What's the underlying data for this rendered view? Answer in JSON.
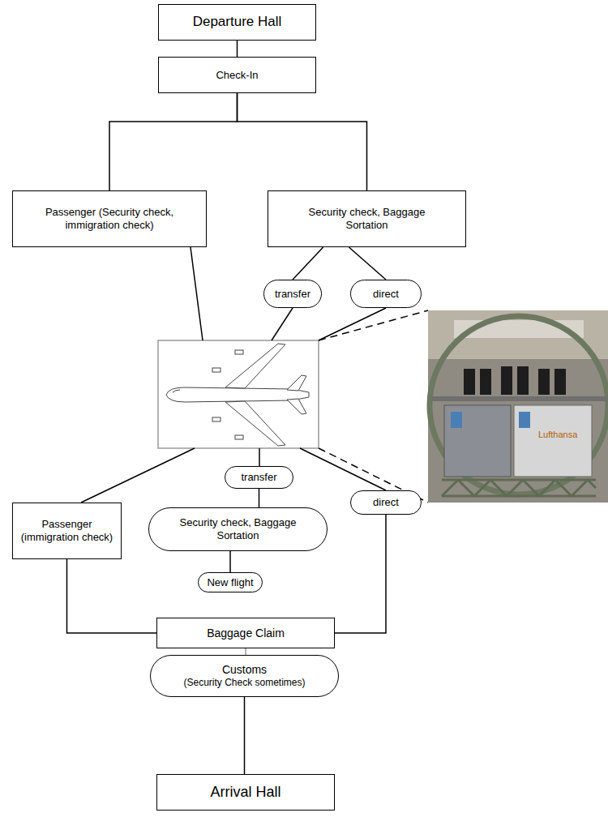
{
  "diagram": {
    "nodes": [
      {
        "text": [
          "Departure Hall"
        ]
      },
      {
        "text": [
          "Check-In"
        ]
      },
      {
        "text": [
          "Passenger (Security check, immigration check)"
        ]
      },
      {
        "text": [
          "Security check, Baggage Sortation"
        ]
      },
      {
        "text": [
          "transfer"
        ]
      },
      {
        "text": [
          "direct"
        ]
      },
      {
        "text": [
          "Passenger (immigration check)"
        ]
      },
      {
        "text": [
          "transfer"
        ]
      },
      {
        "text": [
          "Security check, Baggage Sortation"
        ]
      },
      {
        "text": [
          "New flight"
        ]
      },
      {
        "text": [
          "direct"
        ]
      },
      {
        "text": [
          "Baggage Claim"
        ]
      },
      {
        "text": [
          "Customs",
          "(Security Check sometimes)"
        ]
      },
      {
        "text": [
          "Arrival Hall"
        ]
      }
    ],
    "edges": [
      {
        "from": 0,
        "to": 1,
        "arrow": "none"
      },
      {
        "from": 1,
        "to": 2,
        "arrow": "none"
      },
      {
        "from": 1,
        "to": 3,
        "arrow": "none"
      },
      {
        "from": 3,
        "to": 4,
        "arrow": "none"
      },
      {
        "from": 3,
        "to": 5,
        "arrow": "none"
      },
      {
        "from": 7,
        "to": 8,
        "arrow": "none"
      },
      {
        "from": 8,
        "to": 9,
        "arrow": "none"
      },
      {
        "from": 6,
        "to": 11,
        "arrow": "none"
      },
      {
        "from": 10,
        "to": 11,
        "arrow": "none"
      },
      {
        "from": 11,
        "to": 12,
        "arrow": "none"
      },
      {
        "from": 12,
        "to": 13,
        "arrow": "none"
      }
    ],
    "labels": [
      "Lufthansa"
    ]
  }
}
